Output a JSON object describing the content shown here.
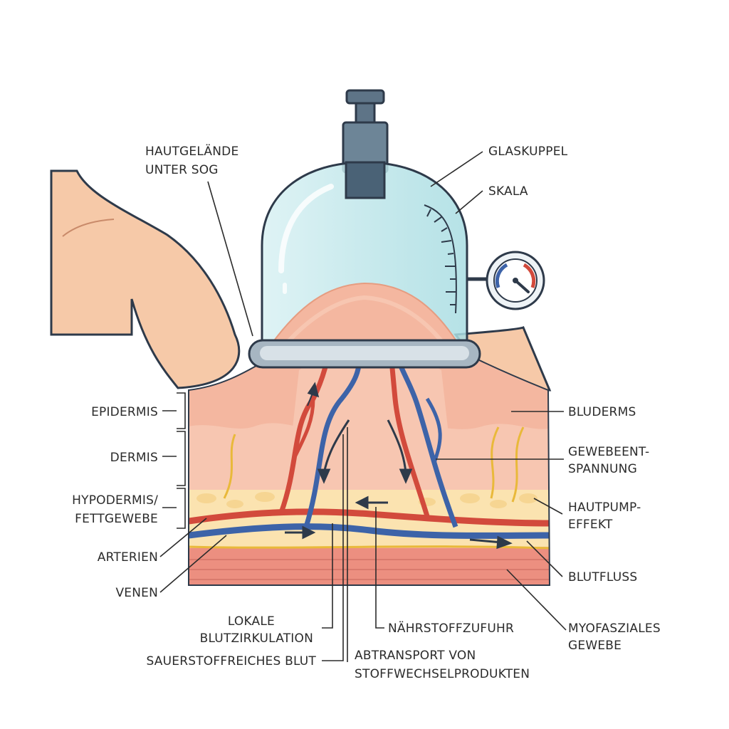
{
  "labels": {
    "hautgelaende_1": "HAUTGELÄNDE",
    "hautgelaende_2": "UNTER SOG",
    "glaskuppel": "GLASKUPPEL",
    "skala": "SKALA",
    "epidermis": "EPIDERMIS",
    "dermis": "DERMIS",
    "hypodermis_1": "HYPODERMIS/",
    "hypodermis_2": "FETTGEWEBE",
    "arterien": "ARTERIEN",
    "venen": "VENEN",
    "bluderms": "BLUDERMS",
    "gewebe_1": "GEWEBEENT-",
    "gewebe_2": "SPANNUNG",
    "hautpump_1": "HAUTPUMP-",
    "hautpump_2": "EFFEKT",
    "blutfluss": "BLUTFLUSS",
    "myo_1": "MYOFASZIALES",
    "myo_2": "GEWEBE",
    "lokale_1": "LOKALE",
    "lokale_2": "BLUTZIRKULATION",
    "sauerstoff": "SAUERSTOFFREICHES BLUT",
    "naehrstoff": "NÄHRSTOFFZUFUHR",
    "abtransport_1": "ABTRANSPORT VON",
    "abtransport_2": "STOFFWECHSELPRODUKTEN"
  },
  "colors": {
    "skin": "#f6c9a8",
    "epidermis": "#f4b7a0",
    "dermis": "#f7c6b1",
    "fat": "#fbe3b0",
    "muscle": "#ec8f80",
    "artery": "#d24a3c",
    "vein": "#3d63a8",
    "nerve": "#e9b93a",
    "glass": "#bfe6ea",
    "outline": "#2e3a4a"
  },
  "icons": [
    "cupping-glass-icon",
    "pressure-gauge-icon",
    "flow-arrow-icon"
  ]
}
